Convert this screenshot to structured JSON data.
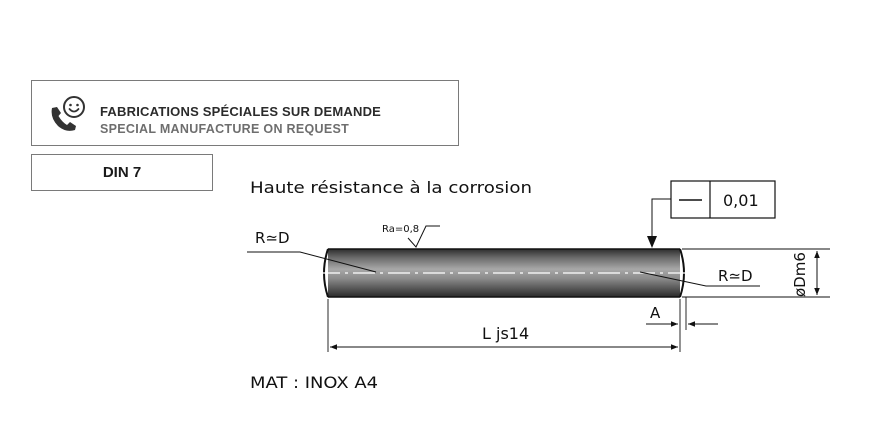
{
  "banner": {
    "icon": "phone-smiley-icon",
    "line1": "FABRICATIONS SPÉCIALES SUR DEMANDE",
    "line2": "SPECIAL MANUFACTURE ON REQUEST"
  },
  "standard": {
    "label": "DIN 7"
  },
  "drawing": {
    "note": "Haute résistance à la corrosion",
    "radius_left": "R≃D",
    "radius_right": "R≃D",
    "roughness": "Ra=0,8",
    "tolerance_value": "0,01",
    "diameter": "øDm6",
    "length": "L js14",
    "chamfer": "A",
    "material": "MAT : INOX A4"
  },
  "colors": {
    "border": "#7a7a7a",
    "pin_dark": "#3a3a3a",
    "pin_light": "#9a9a9a",
    "line": "#111111"
  }
}
